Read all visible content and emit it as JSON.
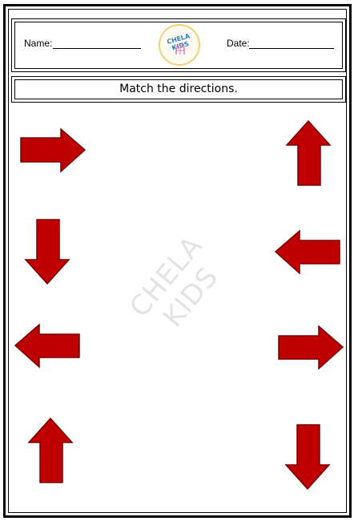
{
  "header": {
    "name_label": "Name: ",
    "date_label": "Date:",
    "logo_text": "CHELA KIDS"
  },
  "title": "Match the directions.",
  "watermark": "CHELA KIDS",
  "colors": {
    "arrow_fill": "#c00000",
    "arrow_stroke": "#7a0000",
    "logo_ring": "#f1cf7b",
    "logo_text": "#2b7fc3"
  },
  "left_column": [
    {
      "direction": "right",
      "icon": "arrow-right-icon"
    },
    {
      "direction": "down",
      "icon": "arrow-down-icon"
    },
    {
      "direction": "left",
      "icon": "arrow-left-icon"
    },
    {
      "direction": "up",
      "icon": "arrow-up-icon"
    }
  ],
  "right_column": [
    {
      "direction": "up",
      "icon": "arrow-up-icon"
    },
    {
      "direction": "left",
      "icon": "arrow-left-icon"
    },
    {
      "direction": "right",
      "icon": "arrow-right-icon"
    },
    {
      "direction": "down",
      "icon": "arrow-down-icon"
    }
  ]
}
